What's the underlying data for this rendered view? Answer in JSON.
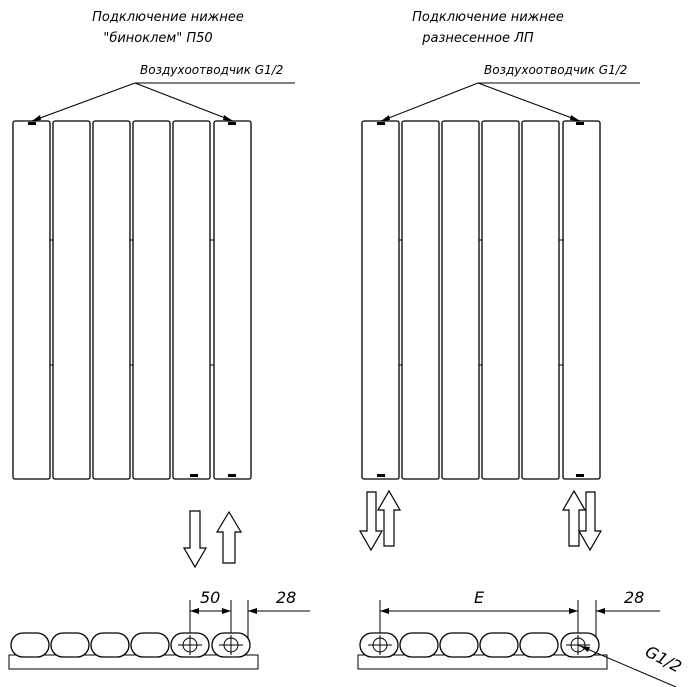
{
  "left_variant": {
    "title_line1": "Подключение нижнее",
    "title_line2": "\"биноклем\" П50",
    "air_vent_label": "Воздухоотводчик G1/2",
    "dim_spacing": "50",
    "dim_offset": "28"
  },
  "right_variant": {
    "title_line1": "Подключение нижнее",
    "title_line2": "разнесенное ЛП",
    "air_vent_label": "Воздухоотводчик G1/2",
    "dim_spacing": "E",
    "dim_offset": "28",
    "thread_label": "G1/2"
  }
}
